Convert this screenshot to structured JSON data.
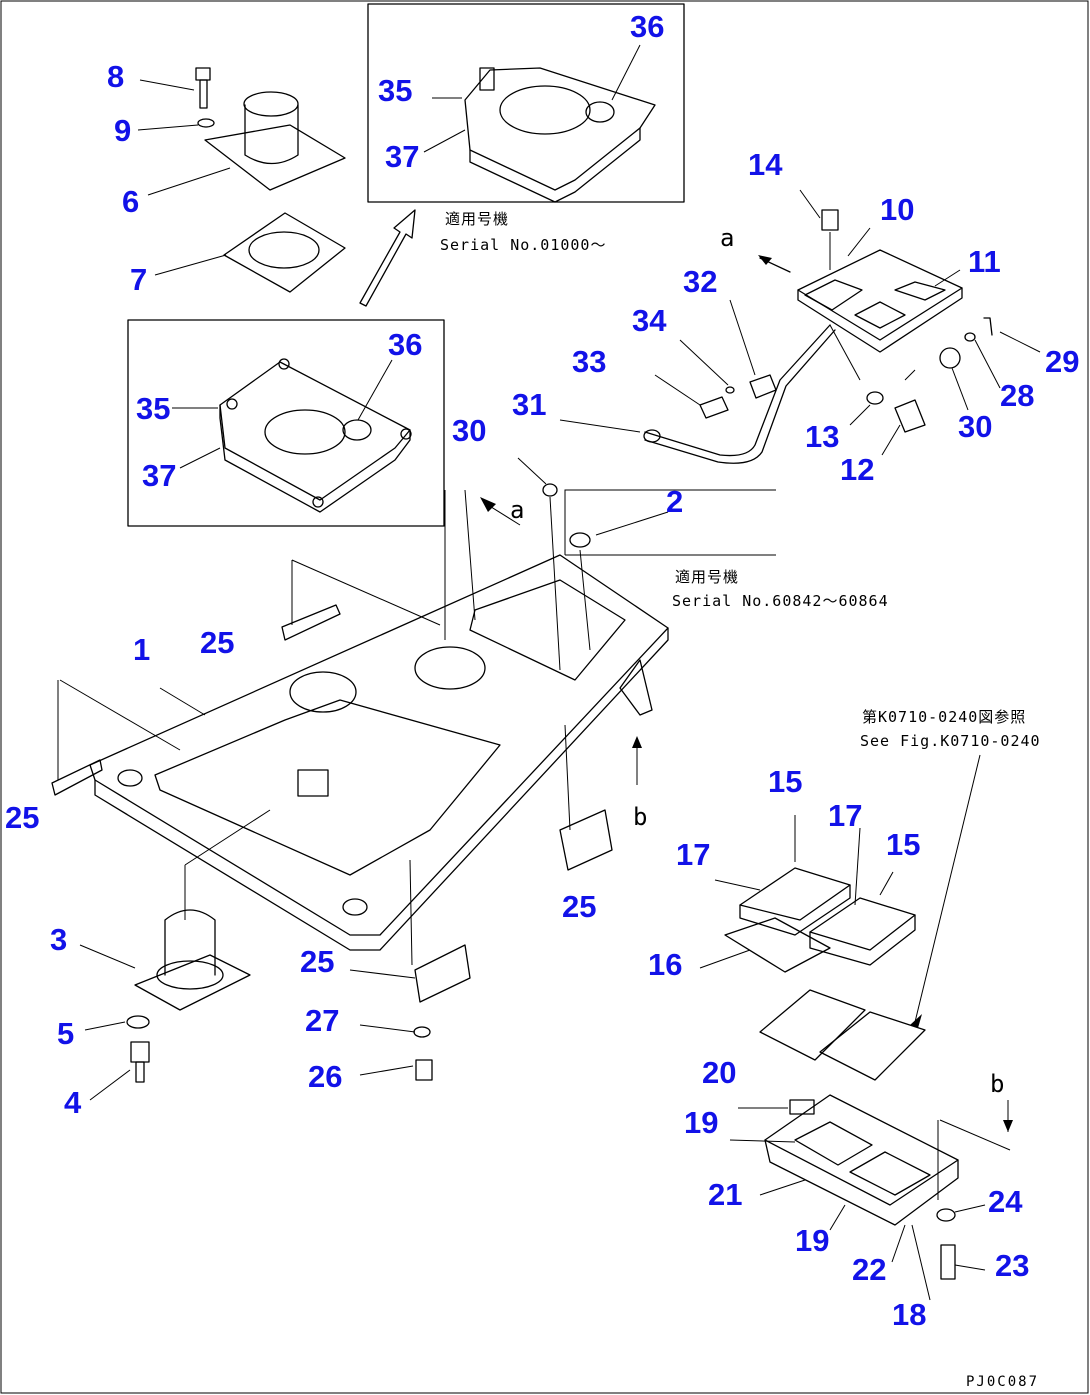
{
  "diagram": {
    "drawing_code": "PJ0C087",
    "insets": [
      {
        "serial_heading": "適用号機",
        "serial_range": "Serial No.01000～"
      },
      {
        "serial_heading": "適用号機",
        "serial_range": "Serial No.60842～60864"
      }
    ],
    "see_figure": {
      "jp": "第K0710-0240図参照",
      "en": "See Fig.K0710-0240"
    },
    "view_markers": [
      "a",
      "a",
      "b",
      "b"
    ],
    "callouts": [
      {
        "label": "1"
      },
      {
        "label": "2"
      },
      {
        "label": "3"
      },
      {
        "label": "4"
      },
      {
        "label": "5"
      },
      {
        "label": "6"
      },
      {
        "label": "7"
      },
      {
        "label": "8"
      },
      {
        "label": "9"
      },
      {
        "label": "10"
      },
      {
        "label": "11"
      },
      {
        "label": "12"
      },
      {
        "label": "13"
      },
      {
        "label": "14"
      },
      {
        "label": "15"
      },
      {
        "label": "15"
      },
      {
        "label": "16"
      },
      {
        "label": "17"
      },
      {
        "label": "17"
      },
      {
        "label": "18"
      },
      {
        "label": "19"
      },
      {
        "label": "19"
      },
      {
        "label": "20"
      },
      {
        "label": "21"
      },
      {
        "label": "22"
      },
      {
        "label": "23"
      },
      {
        "label": "24"
      },
      {
        "label": "25"
      },
      {
        "label": "25"
      },
      {
        "label": "25"
      },
      {
        "label": "25"
      },
      {
        "label": "26"
      },
      {
        "label": "27"
      },
      {
        "label": "28"
      },
      {
        "label": "29"
      },
      {
        "label": "30"
      },
      {
        "label": "30"
      },
      {
        "label": "31"
      },
      {
        "label": "32"
      },
      {
        "label": "33"
      },
      {
        "label": "34"
      },
      {
        "label": "35"
      },
      {
        "label": "35"
      },
      {
        "label": "36"
      },
      {
        "label": "36"
      },
      {
        "label": "37"
      },
      {
        "label": "37"
      }
    ]
  }
}
